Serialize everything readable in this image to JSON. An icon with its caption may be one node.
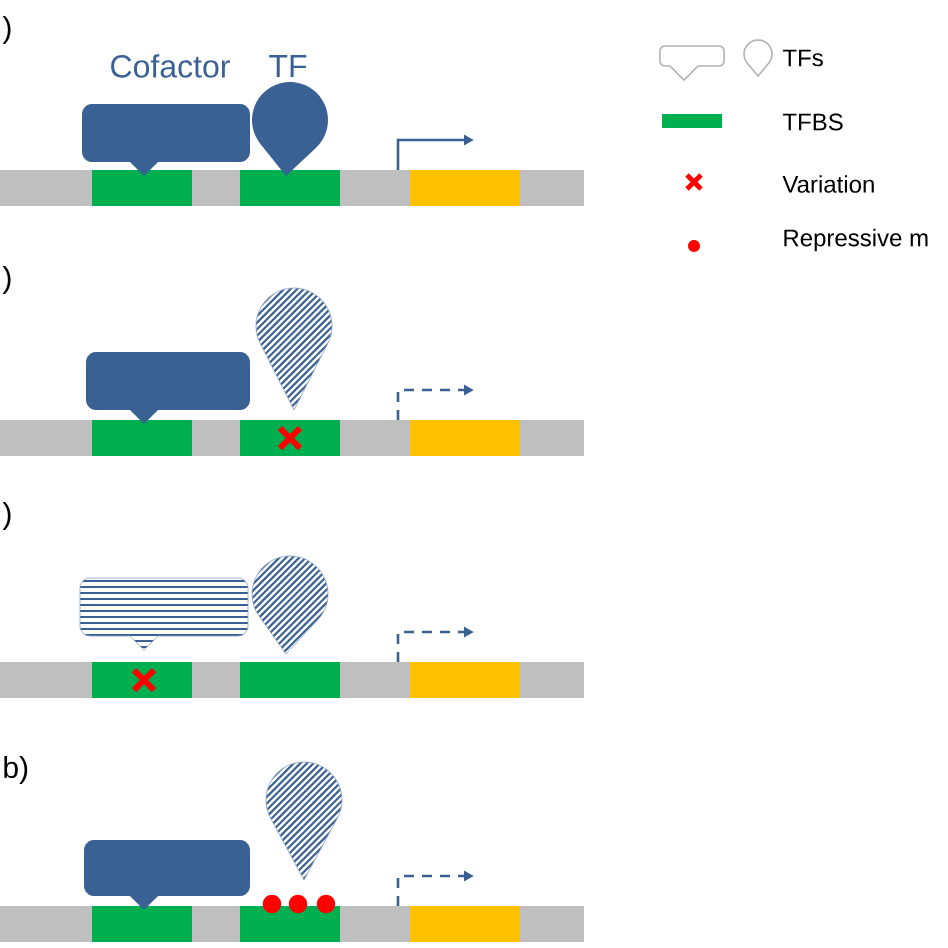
{
  "diagram": {
    "labels": [
      ")",
      "Cofactor",
      "TF",
      ")",
      ")",
      "b)"
    ],
    "legend": [
      {
        "text": "TFs"
      },
      {
        "text": "TFBS",
        "color": "#00b050"
      },
      {
        "text": "Variation"
      },
      {
        "text": "Repressive m"
      }
    ]
  }
}
